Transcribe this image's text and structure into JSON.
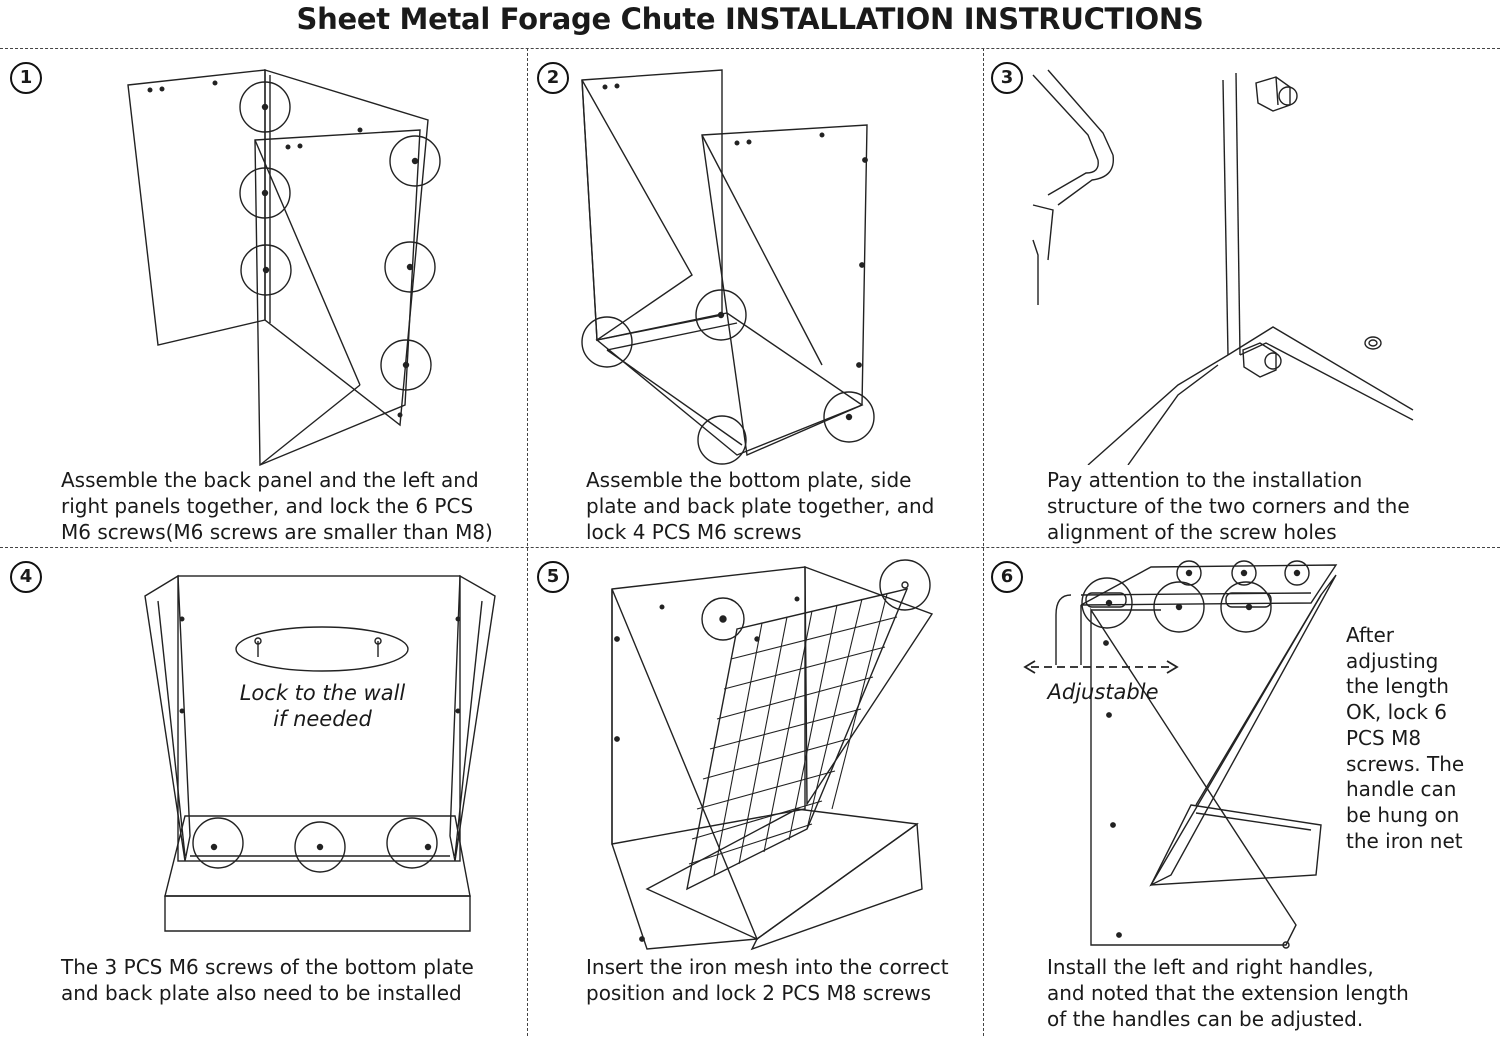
{
  "title": "Sheet Metal Forage Chute INSTALLATION INSTRUCTIONS",
  "steps": [
    {
      "number": "1",
      "caption": [
        "Assemble the back panel and the left and",
        "right panels together, and lock the 6 PCS",
        "M6 screws(M6 screws are smaller than M8)"
      ]
    },
    {
      "number": "2",
      "caption": [
        "Assemble the bottom plate, side",
        "plate and back plate together, and",
        "lock 4 PCS M6 screws"
      ]
    },
    {
      "number": "3",
      "caption": [
        "Pay attention to the installation",
        "structure of the two corners and the",
        "alignment of the screw holes"
      ]
    },
    {
      "number": "4",
      "caption": [
        "The 3 PCS M6 screws of the bottom plate",
        "and back plate also need to be installed"
      ],
      "label": [
        "Lock to the wall",
        "if needed"
      ]
    },
    {
      "number": "5",
      "caption": [
        "Insert the iron mesh into the correct",
        "position and lock 2 PCS M8 screws"
      ]
    },
    {
      "number": "6",
      "caption": [
        "Install the left and right handles,",
        "and noted that the extension length",
        "of the handles can be adjusted."
      ],
      "label": "Adjustable",
      "side_note": [
        "After",
        "adjusting",
        "the length",
        "OK, lock 6",
        "PCS M8",
        "screws. The",
        "handle can",
        "be hung on",
        "the iron net"
      ]
    }
  ]
}
